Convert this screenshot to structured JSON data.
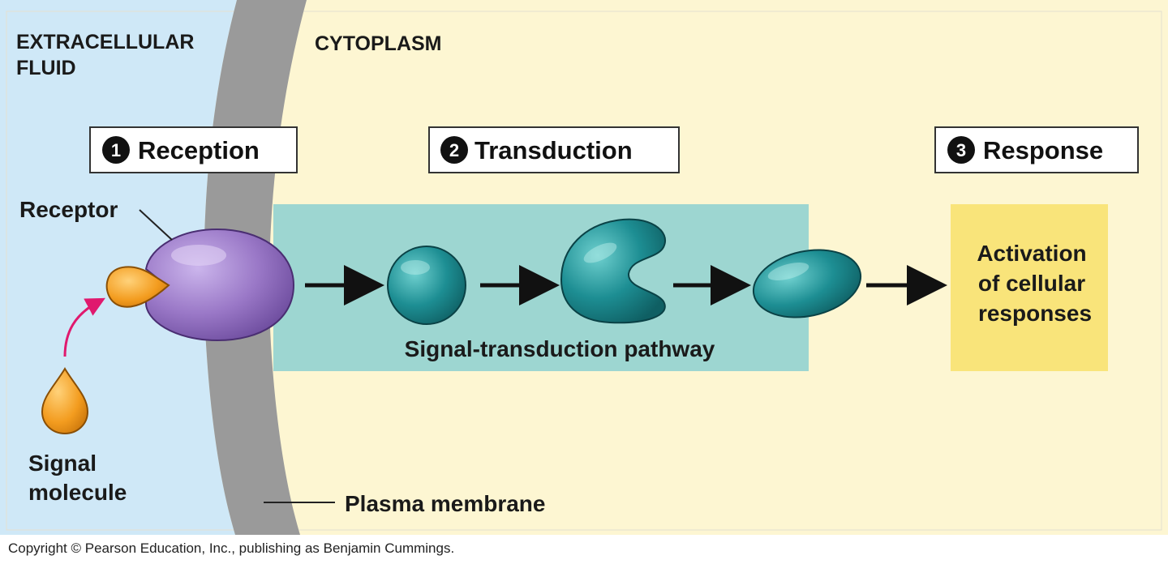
{
  "regions": {
    "extracellular_line1": "EXTRACELLULAR",
    "extracellular_line2": "FLUID",
    "cytoplasm": "CYTOPLASM"
  },
  "steps": [
    {
      "number": "1",
      "title": "Reception"
    },
    {
      "number": "2",
      "title": "Transduction"
    },
    {
      "number": "3",
      "title": "Response"
    }
  ],
  "labels": {
    "receptor": "Receptor",
    "signal_line1": "Signal",
    "signal_line2": "molecule",
    "pathway": "Signal-transduction pathway",
    "membrane": "Plasma membrane",
    "response_line1": "Activation",
    "response_line2": "of cellular",
    "response_line3": "responses"
  },
  "copyright": "Copyright © Pearson Education, Inc., publishing as Benjamin Cummings.",
  "colors": {
    "extracellular": "#cfe8f7",
    "cytoplasm": "#fdf6d2",
    "membrane": "#9a9a9a",
    "pathway_box": "#9dd6d1",
    "response_box": "#f9e47a",
    "receptor": "#9a78c7",
    "signal": "#f39c1f",
    "relay": "#1d8e93",
    "curved_arrow": "#e0196e"
  }
}
